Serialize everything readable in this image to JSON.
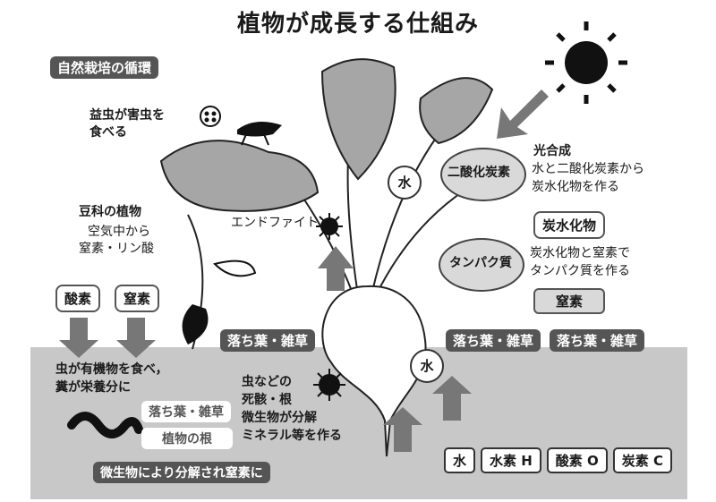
{
  "title": "植物が成長する仕組み",
  "section_label": "自然栽培の循環",
  "insects": {
    "line1": "益虫が害虫を",
    "line2": "食べる"
  },
  "legume": {
    "heading": "豆科の植物",
    "line1": "空気中から",
    "line2": "窒素・リン酸"
  },
  "oxygen_tag": "酸素",
  "nitrogen_tag": "窒素",
  "endophyte": "エンドファイト",
  "water": "水",
  "co2": "二酸化炭素",
  "photosynthesis": {
    "heading": "光合成",
    "line1": "水と二酸化炭素から",
    "line2": "炭水化物を作る"
  },
  "carbohydrate": "炭水化物",
  "protein": "タンパク質",
  "protein_desc": {
    "line1": "炭水化物と窒素で",
    "line2": "タンパク質を作る"
  },
  "nitrogen_box": "窒素",
  "fallen_leaves": "落ち葉・雑草",
  "soil_insect": {
    "line1": "虫が有機物を食べ，",
    "line2": "糞が栄養分に"
  },
  "decomp": {
    "line1": "虫などの",
    "line2": "死骸・根",
    "line3": "微生物が分解",
    "line4": "ミネラル等を作る"
  },
  "roots_chip": "植物の根",
  "bottom_label": "微生物により分解され窒素に",
  "elements": [
    "水",
    "水素 H",
    "酸素 O",
    "炭素 C"
  ],
  "colors": {
    "soil": "#c8c8c8",
    "dark": "#555555",
    "leaf": "#a6a6a6",
    "sun": "#111111"
  }
}
